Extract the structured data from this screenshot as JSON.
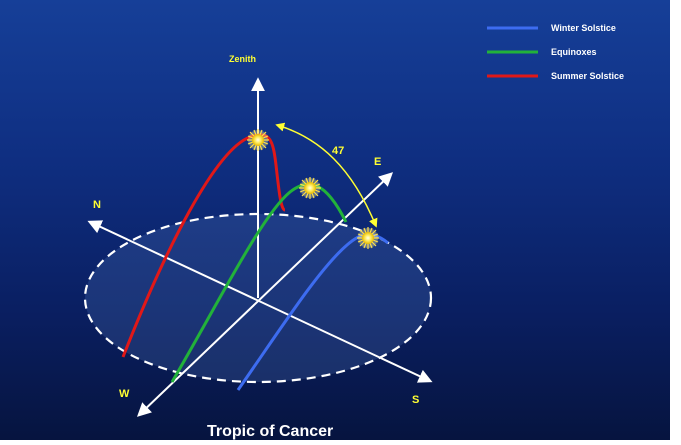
{
  "title": "Tropic of Cancer",
  "labels": {
    "zenith": "Zenith",
    "north": "N",
    "east": "E",
    "west": "W",
    "south": "S",
    "angle": "47"
  },
  "legend": [
    {
      "label": "Winter Solstice",
      "color": "#3d6cf0"
    },
    {
      "label": "Equinoxes",
      "color": "#22b23a"
    },
    {
      "label": "Summer Solstice",
      "color": "#e01818"
    }
  ],
  "colors": {
    "axis": "#ffffff",
    "axis_label": "#ffff33",
    "ellipse": "#ffffff",
    "sun": "#ffee66",
    "angle_arrow": "#ffff33"
  }
}
